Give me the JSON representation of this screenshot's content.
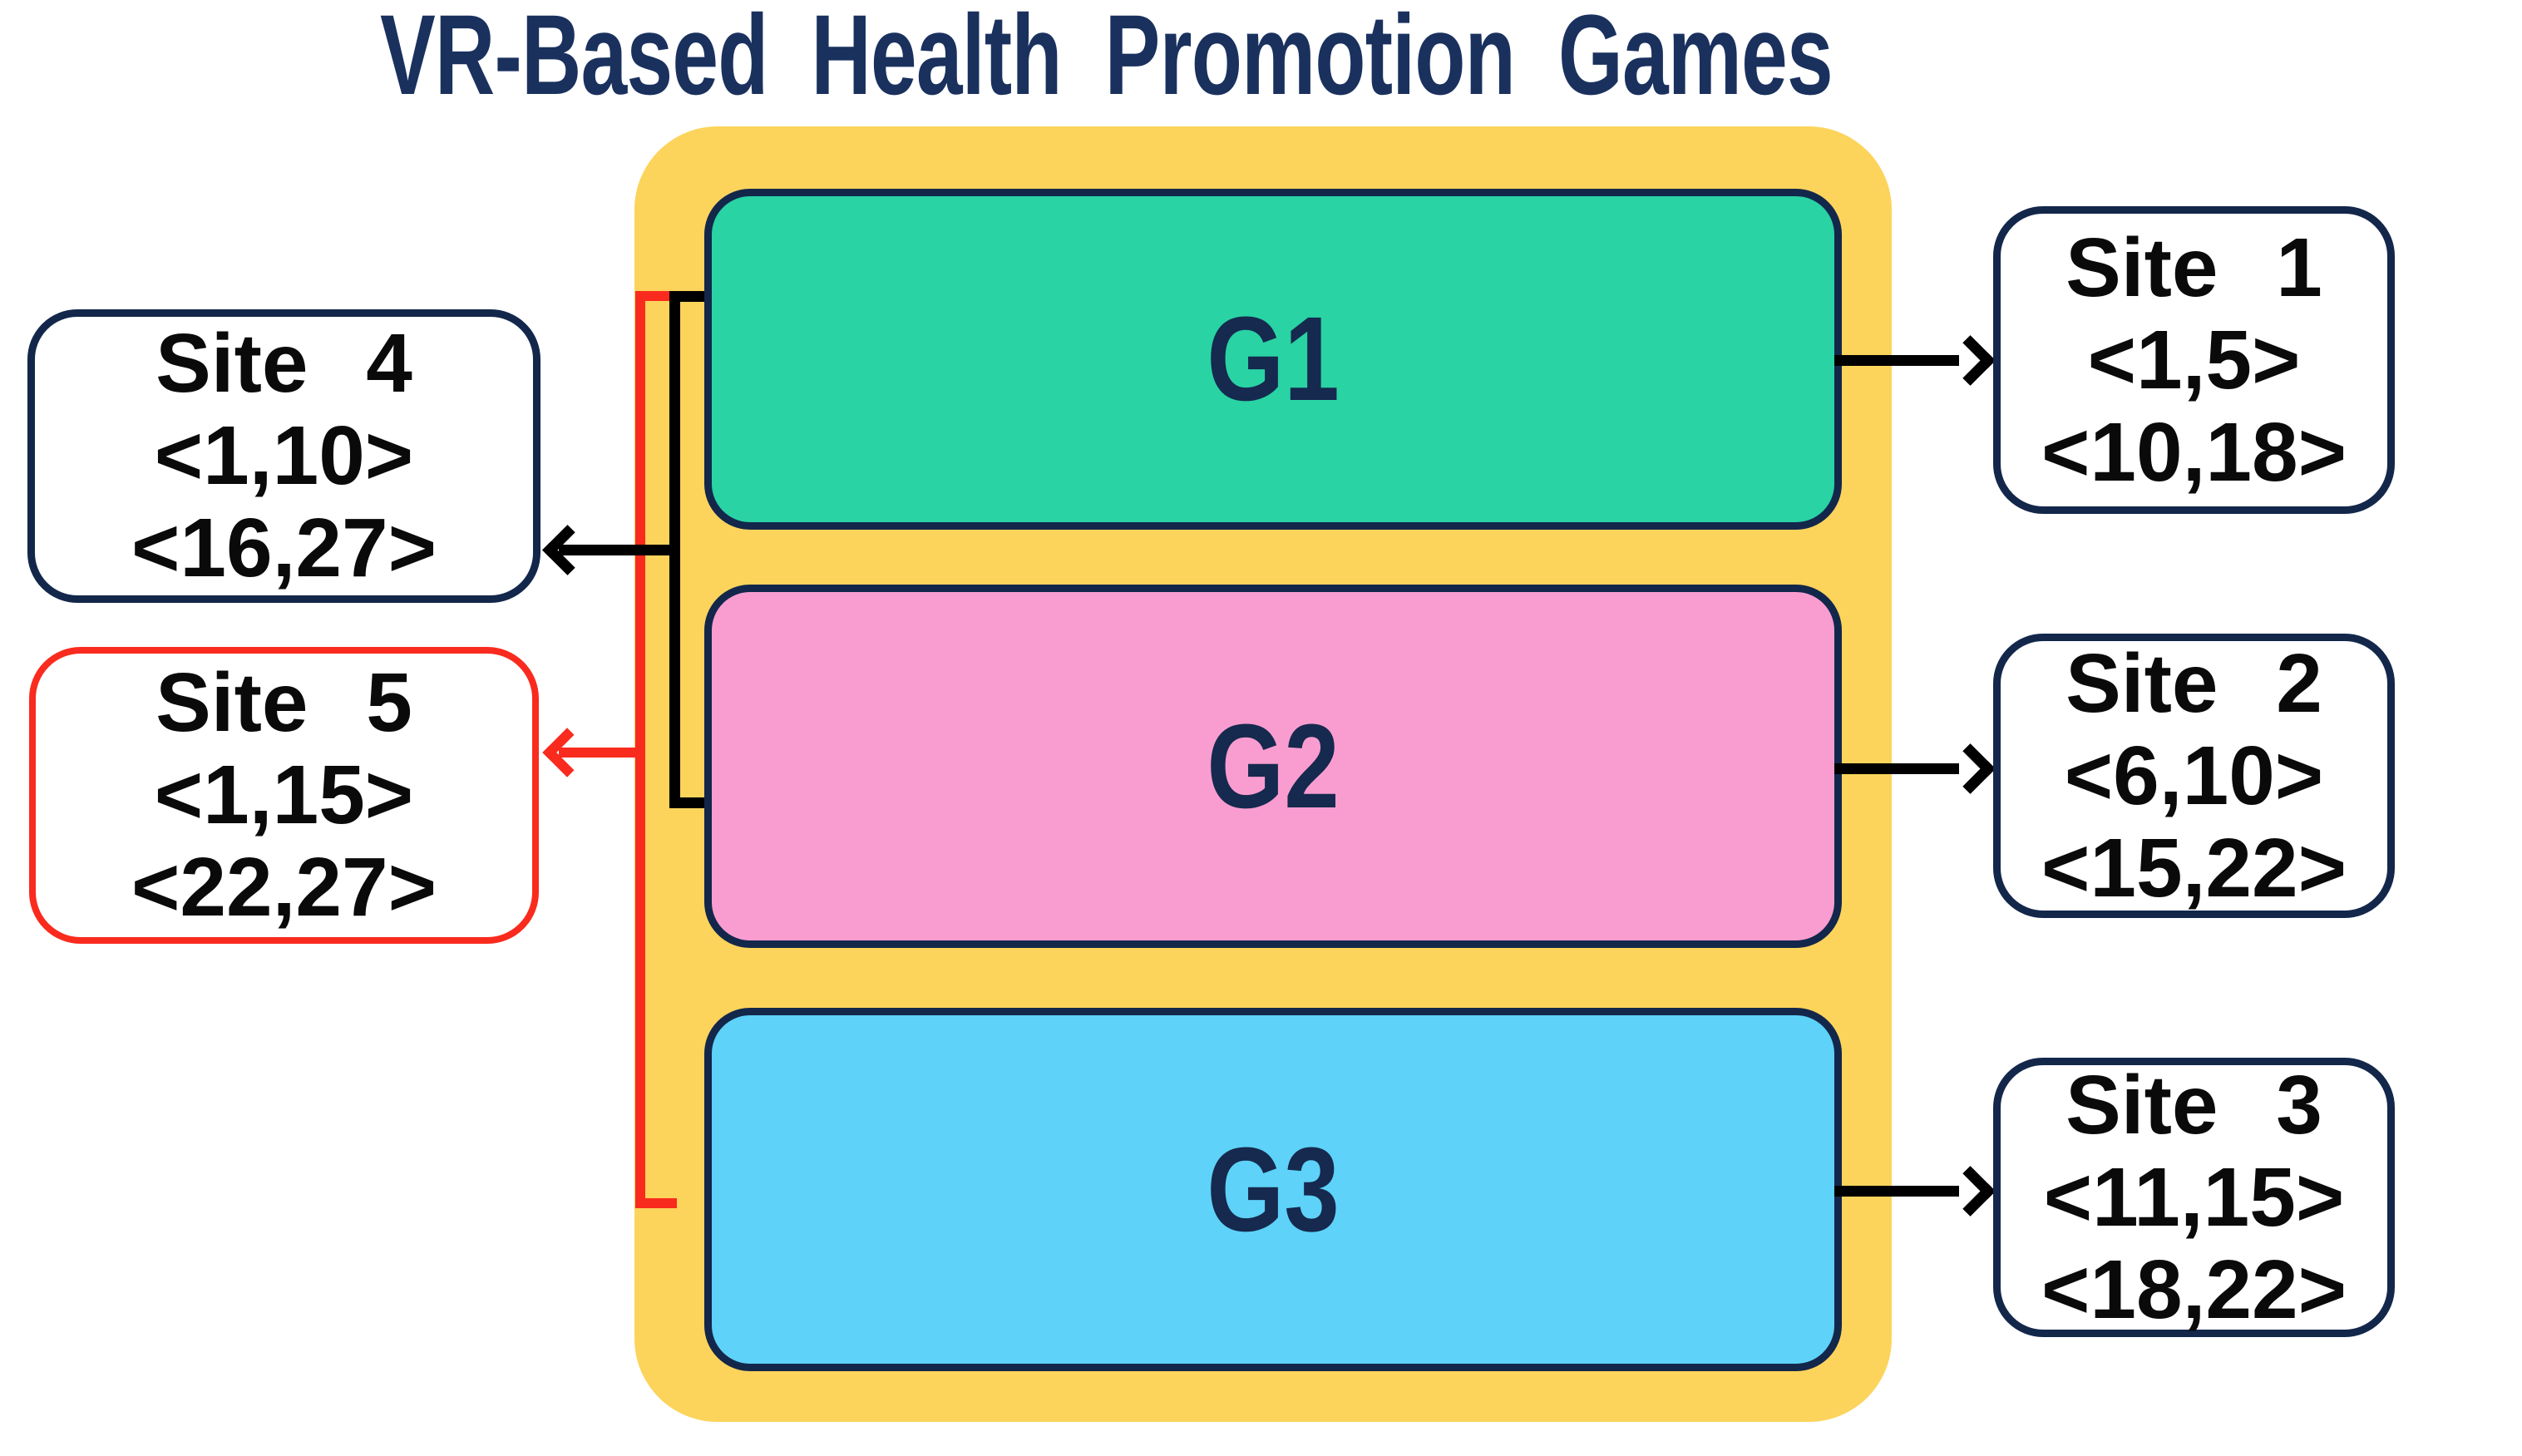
{
  "title": "VR-Based Health Promotion Games",
  "games": [
    {
      "label": "G1",
      "color": "#29d3a4"
    },
    {
      "label": "G2",
      "color": "#f99dd1"
    },
    {
      "label": "G3",
      "color": "#5ed2f8"
    }
  ],
  "sites": [
    {
      "name": "Site 1",
      "range1": "<1,5>",
      "range2": "<10,18>",
      "border": "#13274b",
      "side": "right"
    },
    {
      "name": "Site 2",
      "range1": "<6,10>",
      "range2": "<15,22>",
      "border": "#13274b",
      "side": "right"
    },
    {
      "name": "Site 3",
      "range1": "<11,15>",
      "range2": "<18,22>",
      "border": "#13274b",
      "side": "right"
    },
    {
      "name": "Site 4",
      "range1": "<1,10>",
      "range2": "<16,27>",
      "border": "#13274b",
      "side": "left"
    },
    {
      "name": "Site 5",
      "range1": "<1,15>",
      "range2": "<22,27>",
      "border": "#f92b1e",
      "side": "left"
    }
  ],
  "colors": {
    "title_navy": "#1a315e",
    "border_navy": "#13274b",
    "container_yellow": "#fcd45c",
    "game1_teal": "#29d3a4",
    "game2_pink": "#f99dd1",
    "game3_blue": "#5ed2f8",
    "highlight_red": "#f92b1e",
    "arrow_black": "#000000",
    "background": "#ffffff"
  }
}
